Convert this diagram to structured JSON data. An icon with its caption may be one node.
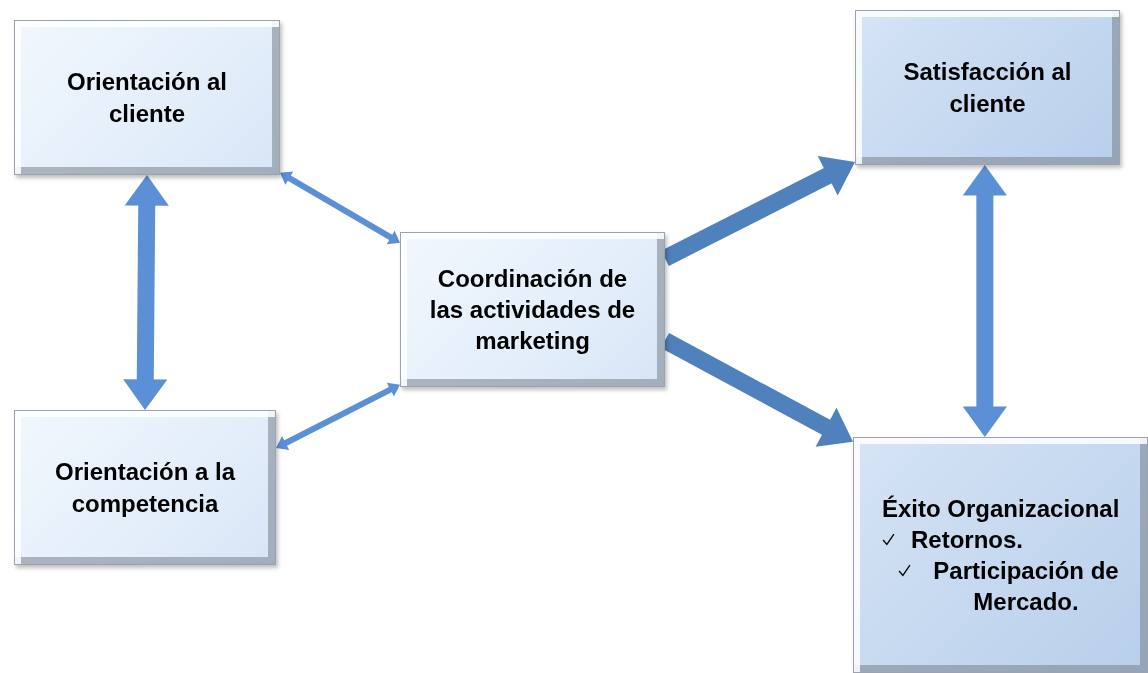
{
  "diagram": {
    "nodes": [
      {
        "text": [
          "Orientación al cliente"
        ]
      },
      {
        "text": [
          "Orientación a la competencia"
        ]
      },
      {
        "text": [
          "Coordinación de las actividades de marketing"
        ]
      },
      {
        "text": [
          "Satisfacción al cliente"
        ]
      },
      {
        "text": [
          "Éxito Organizacional",
          "Retornos.",
          "Participación de Mercado."
        ]
      }
    ],
    "edges": [
      {
        "from": 0,
        "to": 1,
        "arrow": "both"
      },
      {
        "from": 0,
        "to": 2,
        "arrow": "both"
      },
      {
        "from": 1,
        "to": 2,
        "arrow": "both"
      },
      {
        "from": 2,
        "to": 3,
        "arrow": "to",
        "color": "#4f81bd"
      },
      {
        "from": 2,
        "to": 4,
        "arrow": "to",
        "color": "#4f81bd"
      },
      {
        "from": 3,
        "to": 4,
        "arrow": "both"
      }
    ]
  }
}
